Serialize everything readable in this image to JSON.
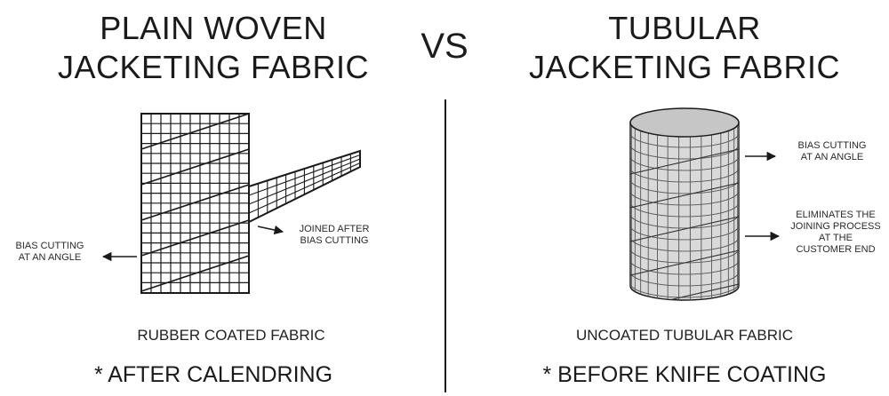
{
  "vs": "VS",
  "left": {
    "title_line1": "PLAIN WOVEN",
    "title_line2": "JACKETING FABRIC",
    "bias_label_line1": "BIAS CUTTING",
    "bias_label_line2": "AT AN ANGLE",
    "joined_label_line1": "JOINED AFTER",
    "joined_label_line2": "BIAS CUTTING",
    "caption": "RUBBER COATED FABRIC",
    "footer": "* AFTER CALENDRING"
  },
  "right": {
    "title_line1": "TUBULAR",
    "title_line2": "JACKETING FABRIC",
    "bias_label_line1": "BIAS CUTTING",
    "bias_label_line2": "AT AN ANGLE",
    "elim_line1": "ELIMINATES THE",
    "elim_line2": "JOINING PROCESS",
    "elim_line3": "AT THE",
    "elim_line4": "CUSTOMER END",
    "caption": "UNCOATED TUBULAR FABRIC",
    "footer": "* BEFORE KNIFE COATING"
  },
  "colors": {
    "ink": "#1a1a1a",
    "cylinder_fill": "#d9d9d9",
    "cylinder_top": "#c4c4c4"
  }
}
